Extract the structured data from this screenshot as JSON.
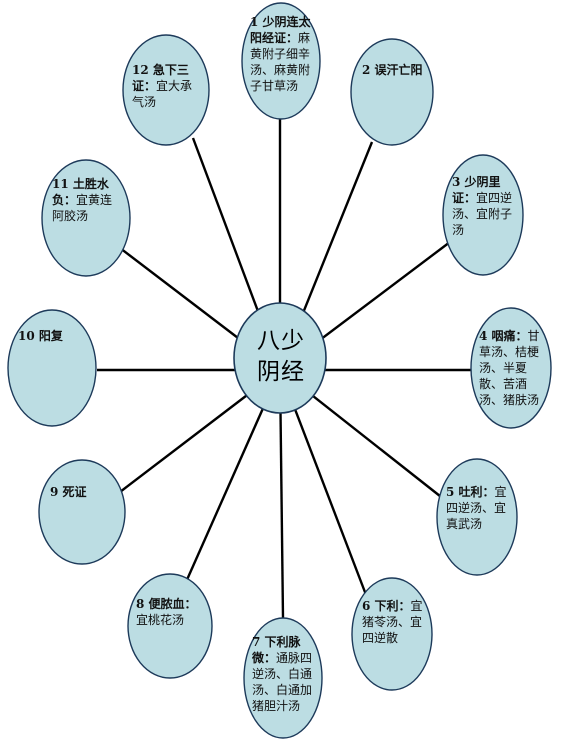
{
  "center": {
    "line1": "八少",
    "line2": "阴经"
  },
  "nodes": [
    {
      "id": "1",
      "label": "1 少阴连太阳经证：",
      "body": "麻黄附子细辛汤、麻黄附子甘草汤"
    },
    {
      "id": "2",
      "label": "2 误汗亡阳",
      "body": ""
    },
    {
      "id": "3",
      "label": "3 少阴里证：",
      "body": "宜四逆汤、宜附子汤"
    },
    {
      "id": "4",
      "label": "4 咽痛：",
      "body": "甘草汤、桔梗汤、半夏散、苦酒汤、猪肤汤"
    },
    {
      "id": "5",
      "label": "5 吐利：",
      "body": "宜四逆汤、宜真武汤"
    },
    {
      "id": "6",
      "label": "6 下利：",
      "body": "宜猪苓汤、宜四逆散"
    },
    {
      "id": "7",
      "label": "7 下利脉微：",
      "body": "通脉四逆汤、白通汤、白通加猪胆汁汤"
    },
    {
      "id": "8",
      "label": "8 便脓血：",
      "body": "宜桃花汤"
    },
    {
      "id": "9",
      "label": "9 死证",
      "body": ""
    },
    {
      "id": "10",
      "label": "10 阳复",
      "body": ""
    },
    {
      "id": "11",
      "label": "11 土胜水负：",
      "body": "宜黄连阿胶汤"
    },
    {
      "id": "12",
      "label": "12 急下三证：",
      "body": "宜大承气汤"
    }
  ]
}
